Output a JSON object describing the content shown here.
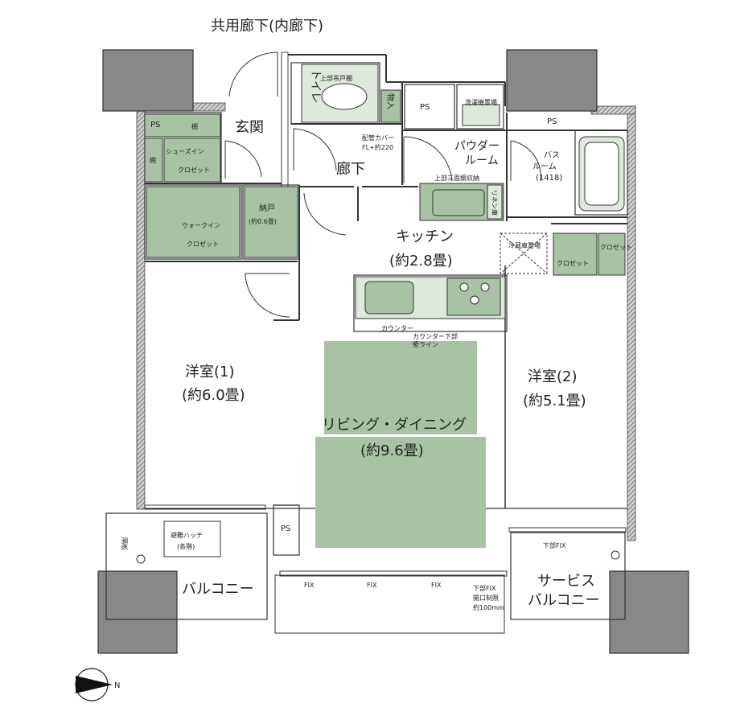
{
  "title": "共用廊下(内廊下)",
  "colors": {
    "green": "#a9c2a6",
    "pale_green": "#dfe8dc",
    "pillar": "#888888",
    "wall": "#555555",
    "hatch": "#7a7a7a"
  },
  "rooms": {
    "entrance": "玄関",
    "corridor": "廊下",
    "toilet": "トイレ",
    "storage_obj": "物入",
    "ps": "PS",
    "washer": "洗濯機置場",
    "powder_line1": "パウダー",
    "powder_line2": "ルーム",
    "bath_line1": "バス",
    "bath_line2": "ルーム",
    "bath_size": "(1418)",
    "shelf": "棚",
    "shoes_line1": "シューズイン",
    "shoes_line2": "クロゼット",
    "walkin_line1": "ウォークイン",
    "walkin_line2": "クロゼット",
    "nando_line1": "納戸",
    "nando_line2": "(約0.6畳)",
    "kitchen_line1": "キッチン",
    "kitchen_line2": "(約2.8畳)",
    "fridge": "冷蔵庫置場",
    "closet": "クロゼット",
    "closet2": "クロゼット",
    "linen": "リネン庫",
    "western1_line1": "洋室(1)",
    "western1_line2": "(約6.0畳)",
    "western2_line1": "洋室(2)",
    "western2_line2": "(約5.1畳)",
    "living_line1": "リビング・ダイニング",
    "living_line2": "(約9.6畳)",
    "balcony": "バルコニー",
    "service_line1": "サービス",
    "service_line2": "バルコニー",
    "hatch_line1": "避難ハッチ",
    "hatch_line2": "(各階)",
    "divider": "隔板"
  },
  "notes": {
    "upper_shelf": "上部吊戸棚",
    "pipe_cover_1": "配管カバー",
    "pipe_cover_2": "FL+約220",
    "mirror_storage": "上部三面鏡収納",
    "counter": "カウンター",
    "counter_lower_1": "カウンター下部",
    "counter_lower_2": "壁ライン",
    "fix1": "FIX",
    "fix2": "FIX",
    "fix3": "FIX",
    "lower_fix": "下部FIX",
    "limit_1": "下部FIX",
    "limit_2": "開口制限",
    "limit_3": "約100mm",
    "north": "N"
  }
}
